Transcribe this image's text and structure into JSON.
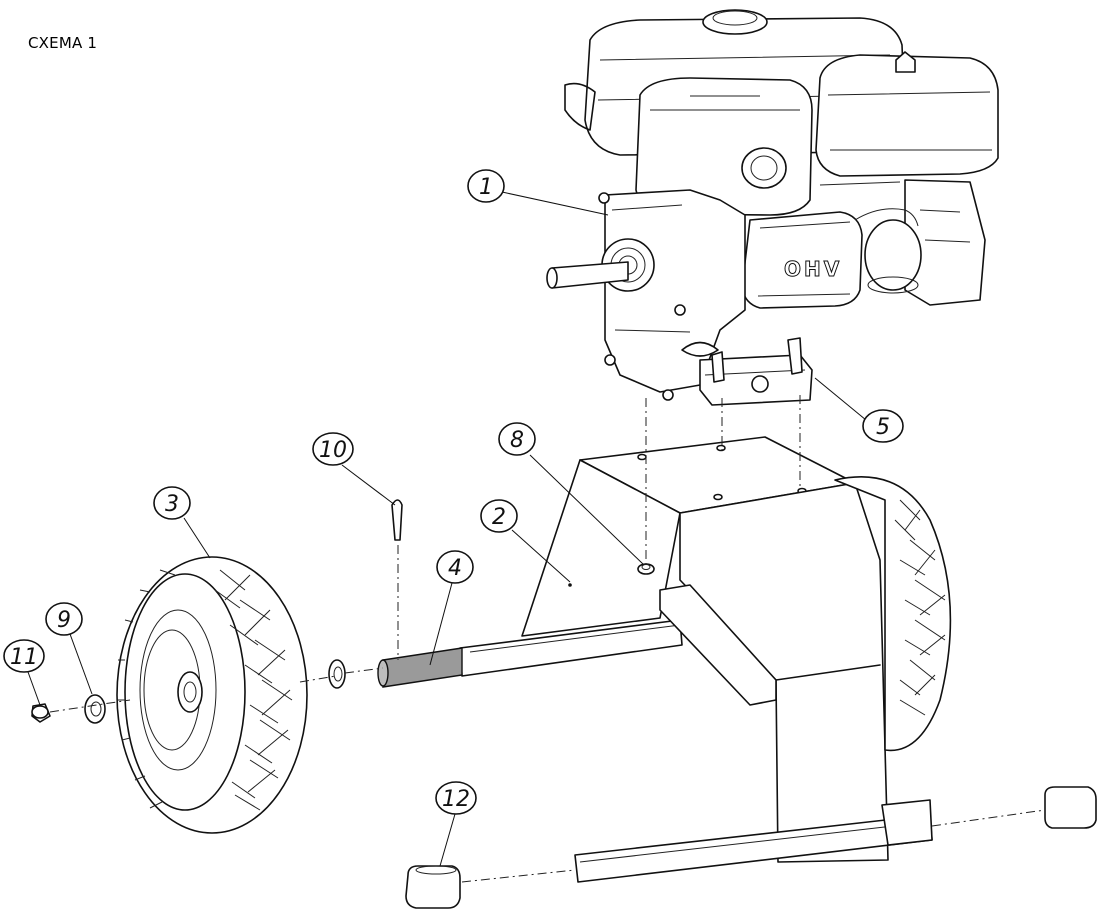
{
  "title": "СХЕМА 1",
  "callouts": [
    {
      "id": "1",
      "label": "1"
    },
    {
      "id": "2",
      "label": "2"
    },
    {
      "id": "3",
      "label": "3"
    },
    {
      "id": "4",
      "label": "4"
    },
    {
      "id": "5",
      "label": "5"
    },
    {
      "id": "8",
      "label": "8"
    },
    {
      "id": "9",
      "label": "9"
    },
    {
      "id": "10",
      "label": "10"
    },
    {
      "id": "11",
      "label": "11"
    },
    {
      "id": "12",
      "label": "12"
    }
  ],
  "engine_badge": "OHV",
  "colors": {
    "line": "#111111",
    "shaded_axle": "#9a9a9a",
    "background": "#ffffff"
  }
}
